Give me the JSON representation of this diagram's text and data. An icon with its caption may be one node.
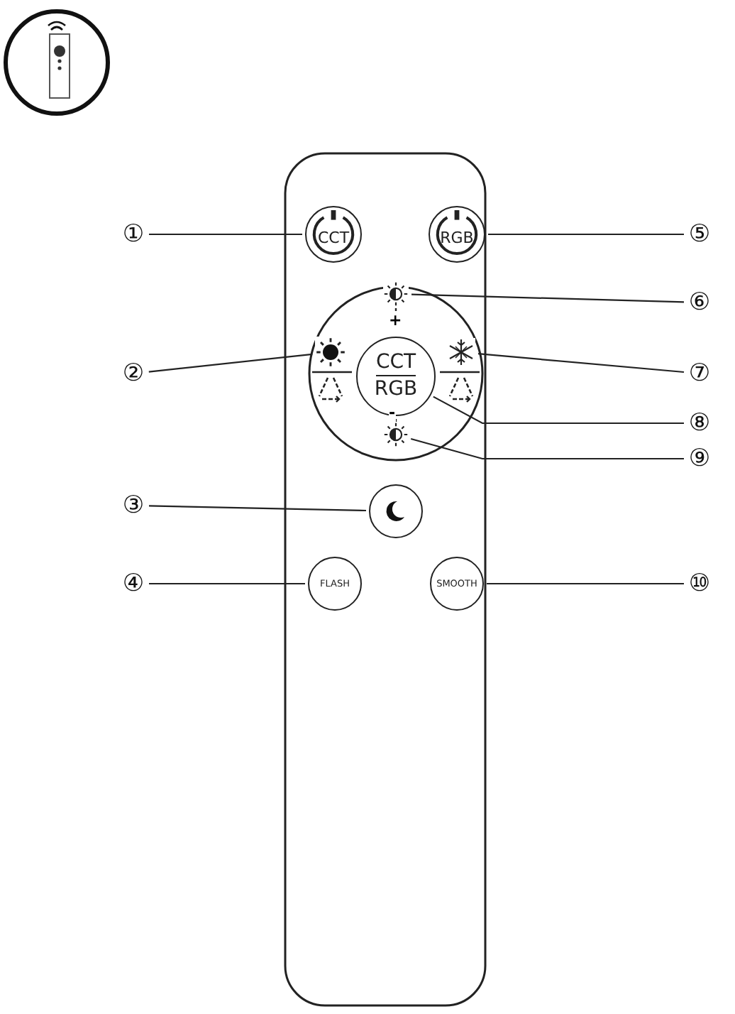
{
  "diagram": {
    "nodes": [
      {
        "text": [
          "①"
        ]
      },
      {
        "text": [
          "CCT"
        ]
      },
      {
        "text": [
          "RGB"
        ]
      },
      {
        "text": [
          "⑤"
        ]
      },
      {
        "text": [],
        "shape": "sun"
      },
      {
        "text": [
          "⑥"
        ]
      },
      {
        "text": [
          "②"
        ]
      },
      {
        "text": [],
        "shape": "sun"
      },
      {
        "text": [
          "CCT",
          "RGB"
        ]
      },
      {
        "text": [],
        "shape": "snowflake"
      },
      {
        "text": [
          "⑦"
        ]
      },
      {
        "text": [
          "⑧"
        ]
      },
      {
        "text": [],
        "shape": "sun"
      },
      {
        "text": [
          "⑨"
        ]
      },
      {
        "text": [
          "③"
        ]
      },
      {
        "text": [],
        "shape": "circle"
      },
      {
        "text": [
          "④"
        ]
      },
      {
        "text": [
          "FLASH"
        ]
      },
      {
        "text": [
          "SMOOTH"
        ]
      },
      {
        "text": [
          "⑩"
        ]
      }
    ],
    "edges": [
      {
        "from": 0,
        "to": 1,
        "arrow": "none"
      },
      {
        "from": 3,
        "to": 2,
        "arrow": "none"
      },
      {
        "from": 5,
        "to": 4,
        "arrow": "none"
      },
      {
        "from": 6,
        "to": 7,
        "arrow": "none"
      },
      {
        "from": 10,
        "to": 9,
        "arrow": "none"
      },
      {
        "from": 11,
        "to": 8,
        "arrow": "none"
      },
      {
        "from": 13,
        "to": 12,
        "arrow": "none"
      },
      {
        "from": 14,
        "to": 15,
        "arrow": "none"
      },
      {
        "from": 16,
        "to": 17,
        "arrow": "none"
      },
      {
        "from": 19,
        "to": 18,
        "arrow": "none"
      }
    ],
    "labels": [
      "+",
      "-"
    ]
  }
}
